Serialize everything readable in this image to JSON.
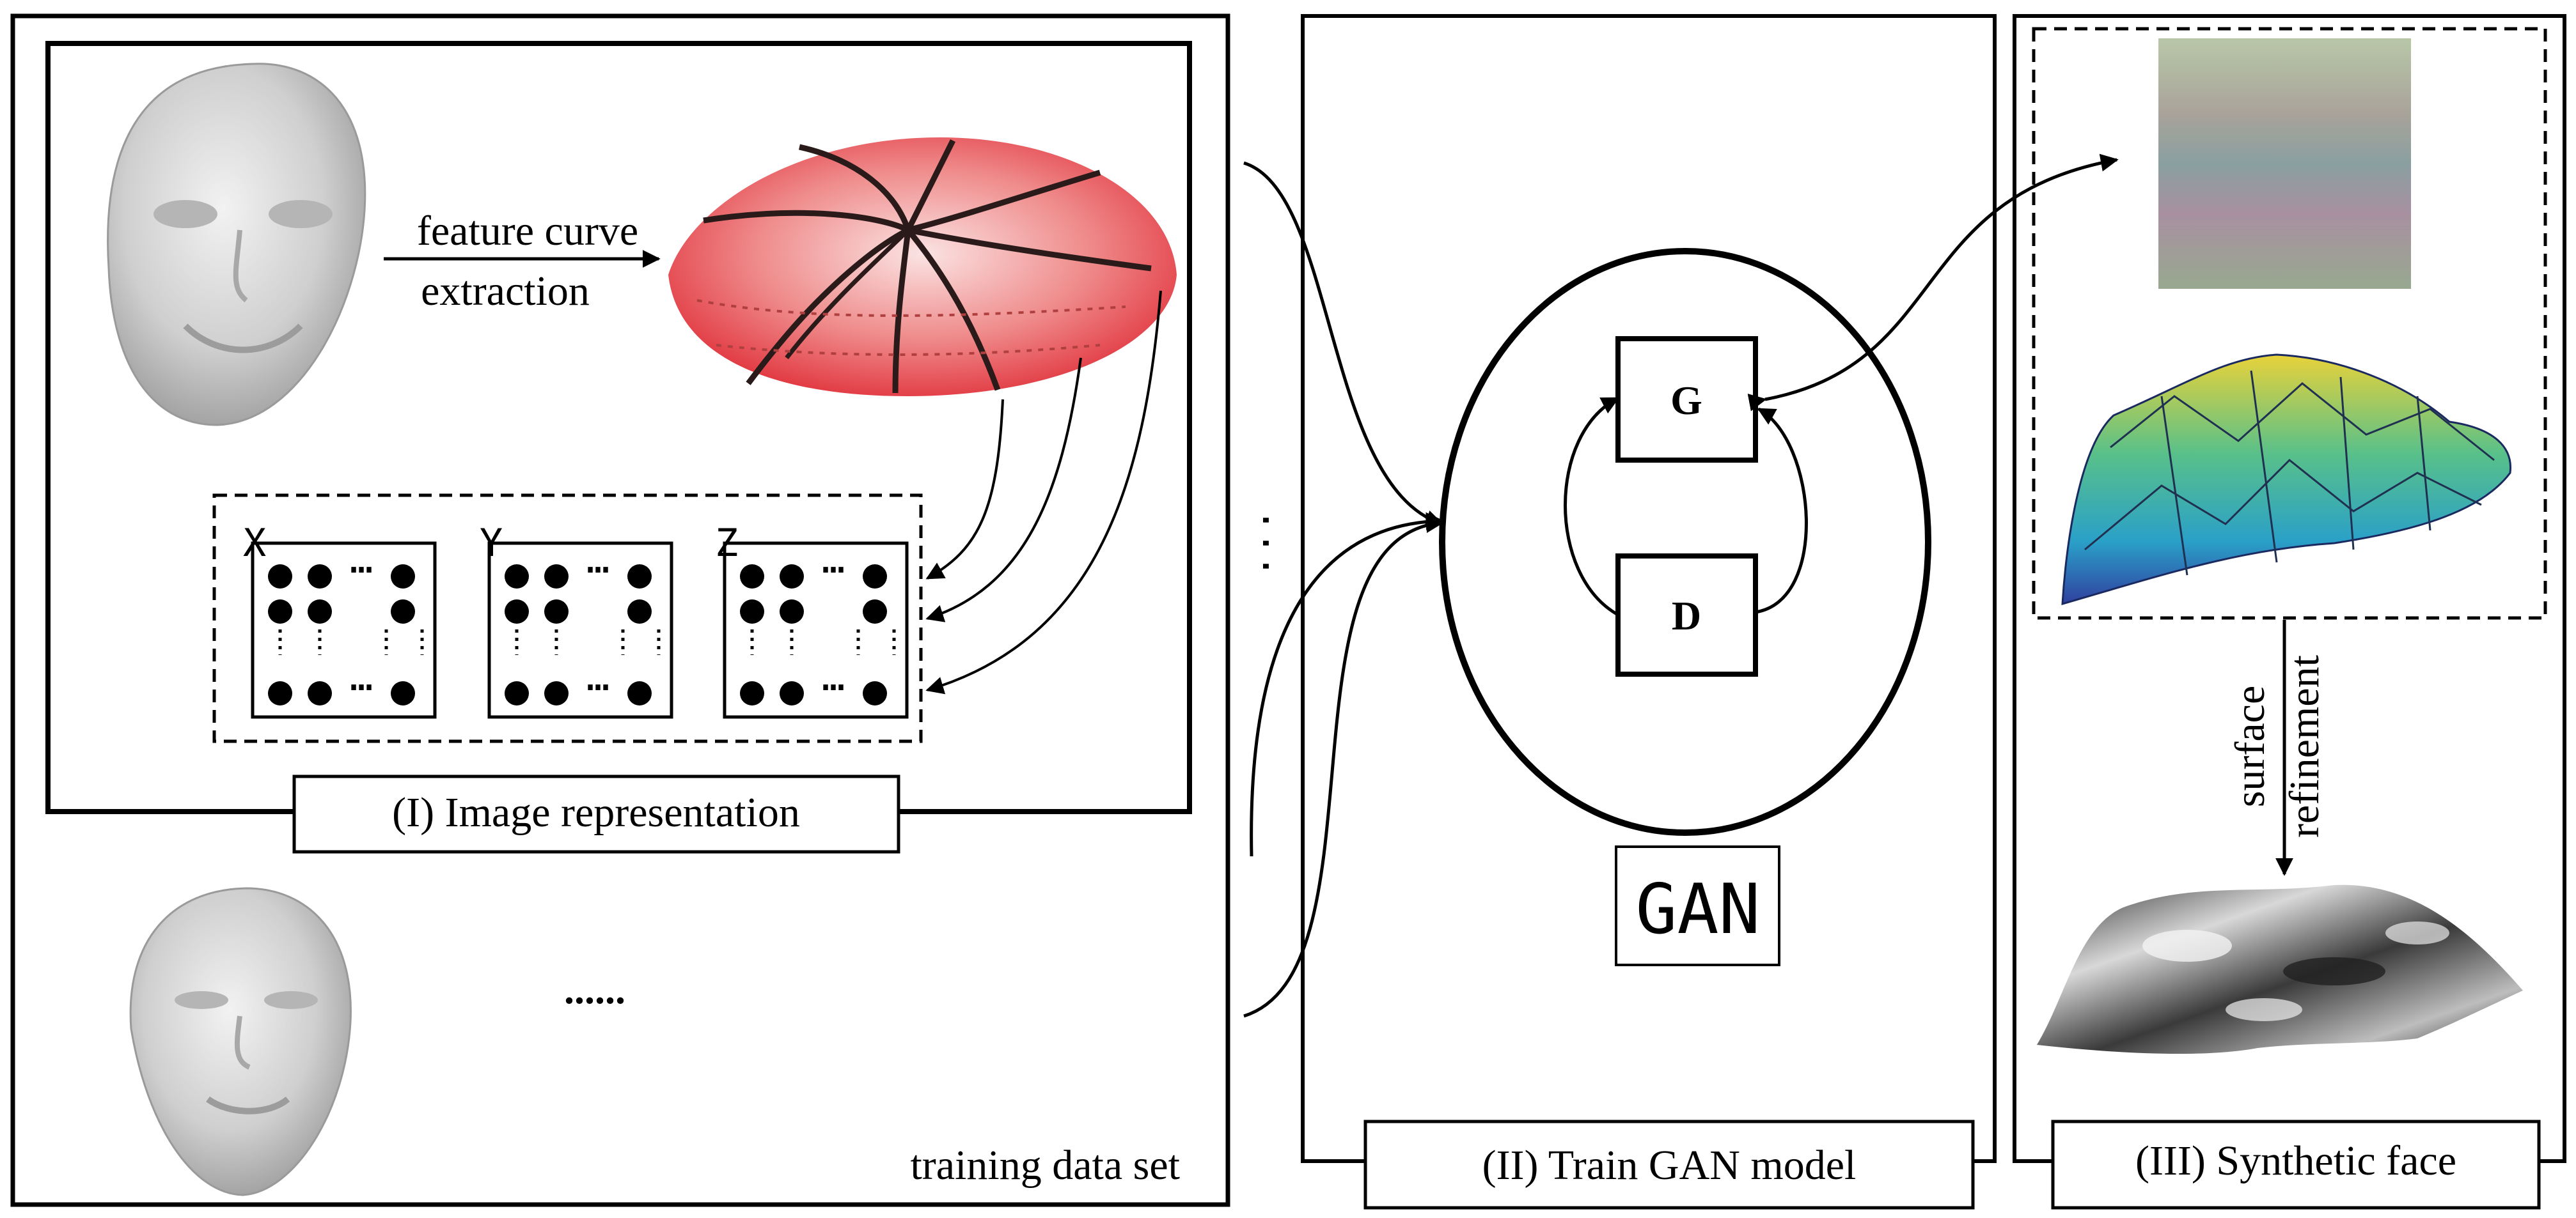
{
  "panel1": {
    "label": "(I) Image representation",
    "arrow_text_line1": "feature curve",
    "arrow_text_line2": "extraction",
    "matrices": [
      "X",
      "Y",
      "Z"
    ],
    "dots_text": "......",
    "footer": "training data set",
    "side_ellipsis": "..."
  },
  "panel2": {
    "label": "(II) Train GAN model",
    "generator": "G",
    "discriminator": "D",
    "gan": "GAN"
  },
  "panel3": {
    "label": "(III) Synthetic face",
    "refine_line1": "surface",
    "refine_line2": "refinement"
  },
  "colors": {
    "line": "#000000",
    "curve_cloud": "#e0303a",
    "face": "#d8d8d8",
    "texture": "#9aa898"
  },
  "icons": [
    "face-scan-icon",
    "curve-cloud-icon",
    "texture-image-icon",
    "mesh-surface-icon",
    "refined-surface-icon"
  ]
}
